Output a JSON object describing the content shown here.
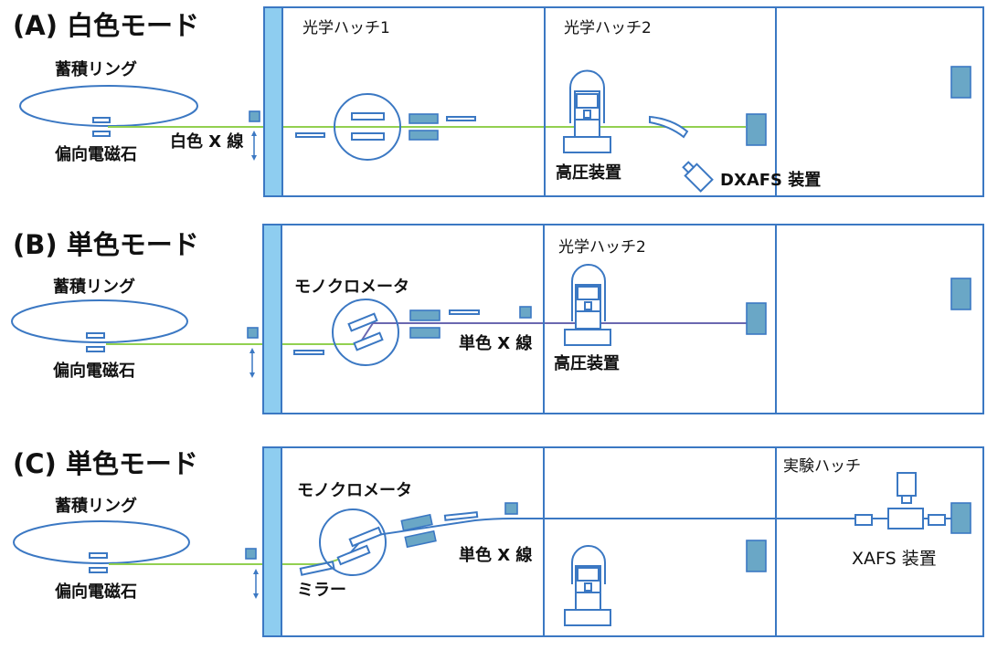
{
  "panels": [
    {
      "id": "A",
      "title": "(A) 白色モード",
      "storage_ring_label": "蓄積リング",
      "bending_magnet_label": "偏向電磁石",
      "beam_label": "白色 X 線",
      "hutch_labels": [
        "光学ハッチ1",
        "光学ハッチ2",
        ""
      ],
      "device_labels": {
        "high_pressure": "高圧装置",
        "dxafs": "DXAFS 装置"
      },
      "beam_color": "#92d050"
    },
    {
      "id": "B",
      "title": "(B) 単色モード",
      "storage_ring_label": "蓄積リング",
      "bending_magnet_label": "偏向電磁石",
      "beam_label": "単色 X 線",
      "monochromator_label": "モノクロメータ",
      "hutch_labels": [
        "",
        "光学ハッチ2",
        ""
      ],
      "device_labels": {
        "high_pressure": "高圧装置"
      },
      "beam_color": "#6a67b0"
    },
    {
      "id": "C",
      "title": "(C) 単色モード",
      "storage_ring_label": "蓄積リング",
      "bending_magnet_label": "偏向電磁石",
      "beam_label": "単色 X 線",
      "monochromator_label": "モノクロメータ",
      "mirror_label": "ミラー",
      "hutch_labels": [
        "",
        "",
        "実験ハッチ"
      ],
      "device_labels": {
        "xafs": "XAFS 装置"
      },
      "beam_color": "#3b78c3"
    }
  ],
  "colors": {
    "outline": "#3b78c3",
    "shield_wall": "#8ecdf0",
    "solid_component": "#6aa7c6",
    "white_beam": "#92d050"
  }
}
